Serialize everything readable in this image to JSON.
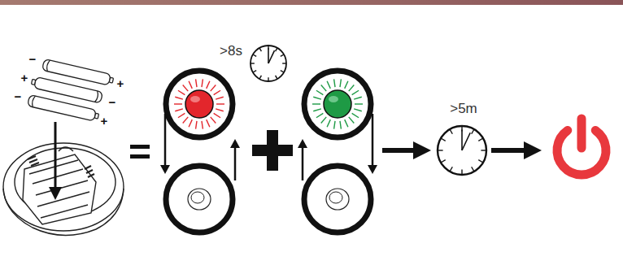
{
  "diagram": {
    "labels": [
      "−",
      "+",
      "+",
      "−",
      "−",
      "+",
      ">8s",
      ">5m"
    ]
  }
}
